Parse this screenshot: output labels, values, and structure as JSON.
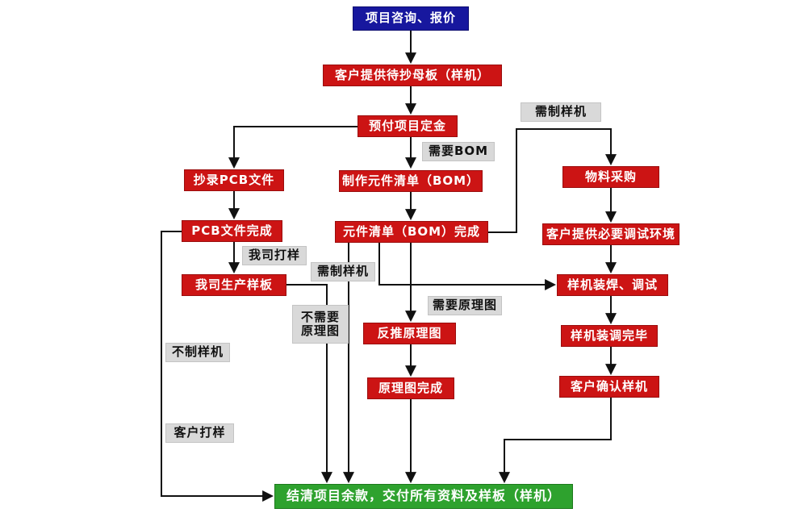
{
  "colors": {
    "box_blue": "#17179e",
    "box_red": "#cc1414",
    "box_green": "#2ea22e",
    "label_gray": "#d9d9d9",
    "arrow_black": "#111111",
    "background": "#ffffff"
  },
  "nodes": {
    "consult": {
      "label": "项目咨询、报价"
    },
    "provide_board": {
      "label": "客户提供待抄母板（样机）"
    },
    "deposit": {
      "label": "预付项目定金"
    },
    "need_prototype_top": {
      "label": "需制样机"
    },
    "need_bom": {
      "label": "需要BOM"
    },
    "copy_pcb": {
      "label": "抄录PCB文件"
    },
    "make_bom": {
      "label": "制作元件清单（BOM）"
    },
    "procurement": {
      "label": "物料采购"
    },
    "pcb_done": {
      "label": "PCB文件完成"
    },
    "bom_done": {
      "label": "元件清单（BOM）完成"
    },
    "debug_env": {
      "label": "客户提供必要调试环境"
    },
    "our_sampling": {
      "label": "我司打样"
    },
    "need_prototype_mid": {
      "label": "需制样机"
    },
    "produce_sample": {
      "label": "我司生产样板"
    },
    "assemble_debug": {
      "label": "样机装焊、调试"
    },
    "no_schematic": {
      "label": "不需要\n原理图"
    },
    "need_schematic": {
      "label": "需要原理图"
    },
    "reverse_schematic": {
      "label": "反推原理图"
    },
    "debug_done": {
      "label": "样机装调完毕"
    },
    "no_prototype": {
      "label": "不制样机"
    },
    "schematic_done": {
      "label": "原理图完成"
    },
    "confirm_prototype": {
      "label": "客户确认样机"
    },
    "customer_sampling": {
      "label": "客户打样"
    },
    "settle": {
      "label": "结清项目余款，交付所有资料及样板（样机）"
    }
  },
  "edges": [
    {
      "from": "consult",
      "to": "provide_board"
    },
    {
      "from": "provide_board",
      "to": "deposit"
    },
    {
      "from": "deposit",
      "to": "make_bom",
      "label": "需要BOM"
    },
    {
      "from": "deposit",
      "to": "copy_pcb"
    },
    {
      "from": "copy_pcb",
      "to": "pcb_done"
    },
    {
      "from": "pcb_done",
      "to": "produce_sample",
      "label": "我司打样"
    },
    {
      "from": "make_bom",
      "to": "bom_done"
    },
    {
      "from": "bom_done",
      "to": "reverse_schematic",
      "label": "需要原理图"
    },
    {
      "from": "reverse_schematic",
      "to": "schematic_done"
    },
    {
      "from": "schematic_done",
      "to": "settle"
    },
    {
      "from": "bom_done",
      "to": "procurement",
      "label": "需制样机"
    },
    {
      "from": "procurement",
      "to": "debug_env"
    },
    {
      "from": "debug_env",
      "to": "assemble_debug"
    },
    {
      "from": "assemble_debug",
      "to": "debug_done"
    },
    {
      "from": "debug_done",
      "to": "confirm_prototype"
    },
    {
      "from": "confirm_prototype",
      "to": "settle"
    },
    {
      "from": "bom_done",
      "to": "assemble_debug",
      "label": "需制样机"
    },
    {
      "from": "produce_sample",
      "to": "settle",
      "label": "不需要原理图"
    },
    {
      "from": "bom_done",
      "to": "settle"
    },
    {
      "from": "pcb_done",
      "to": "settle",
      "label": "不制样机 / 客户打样"
    }
  ]
}
